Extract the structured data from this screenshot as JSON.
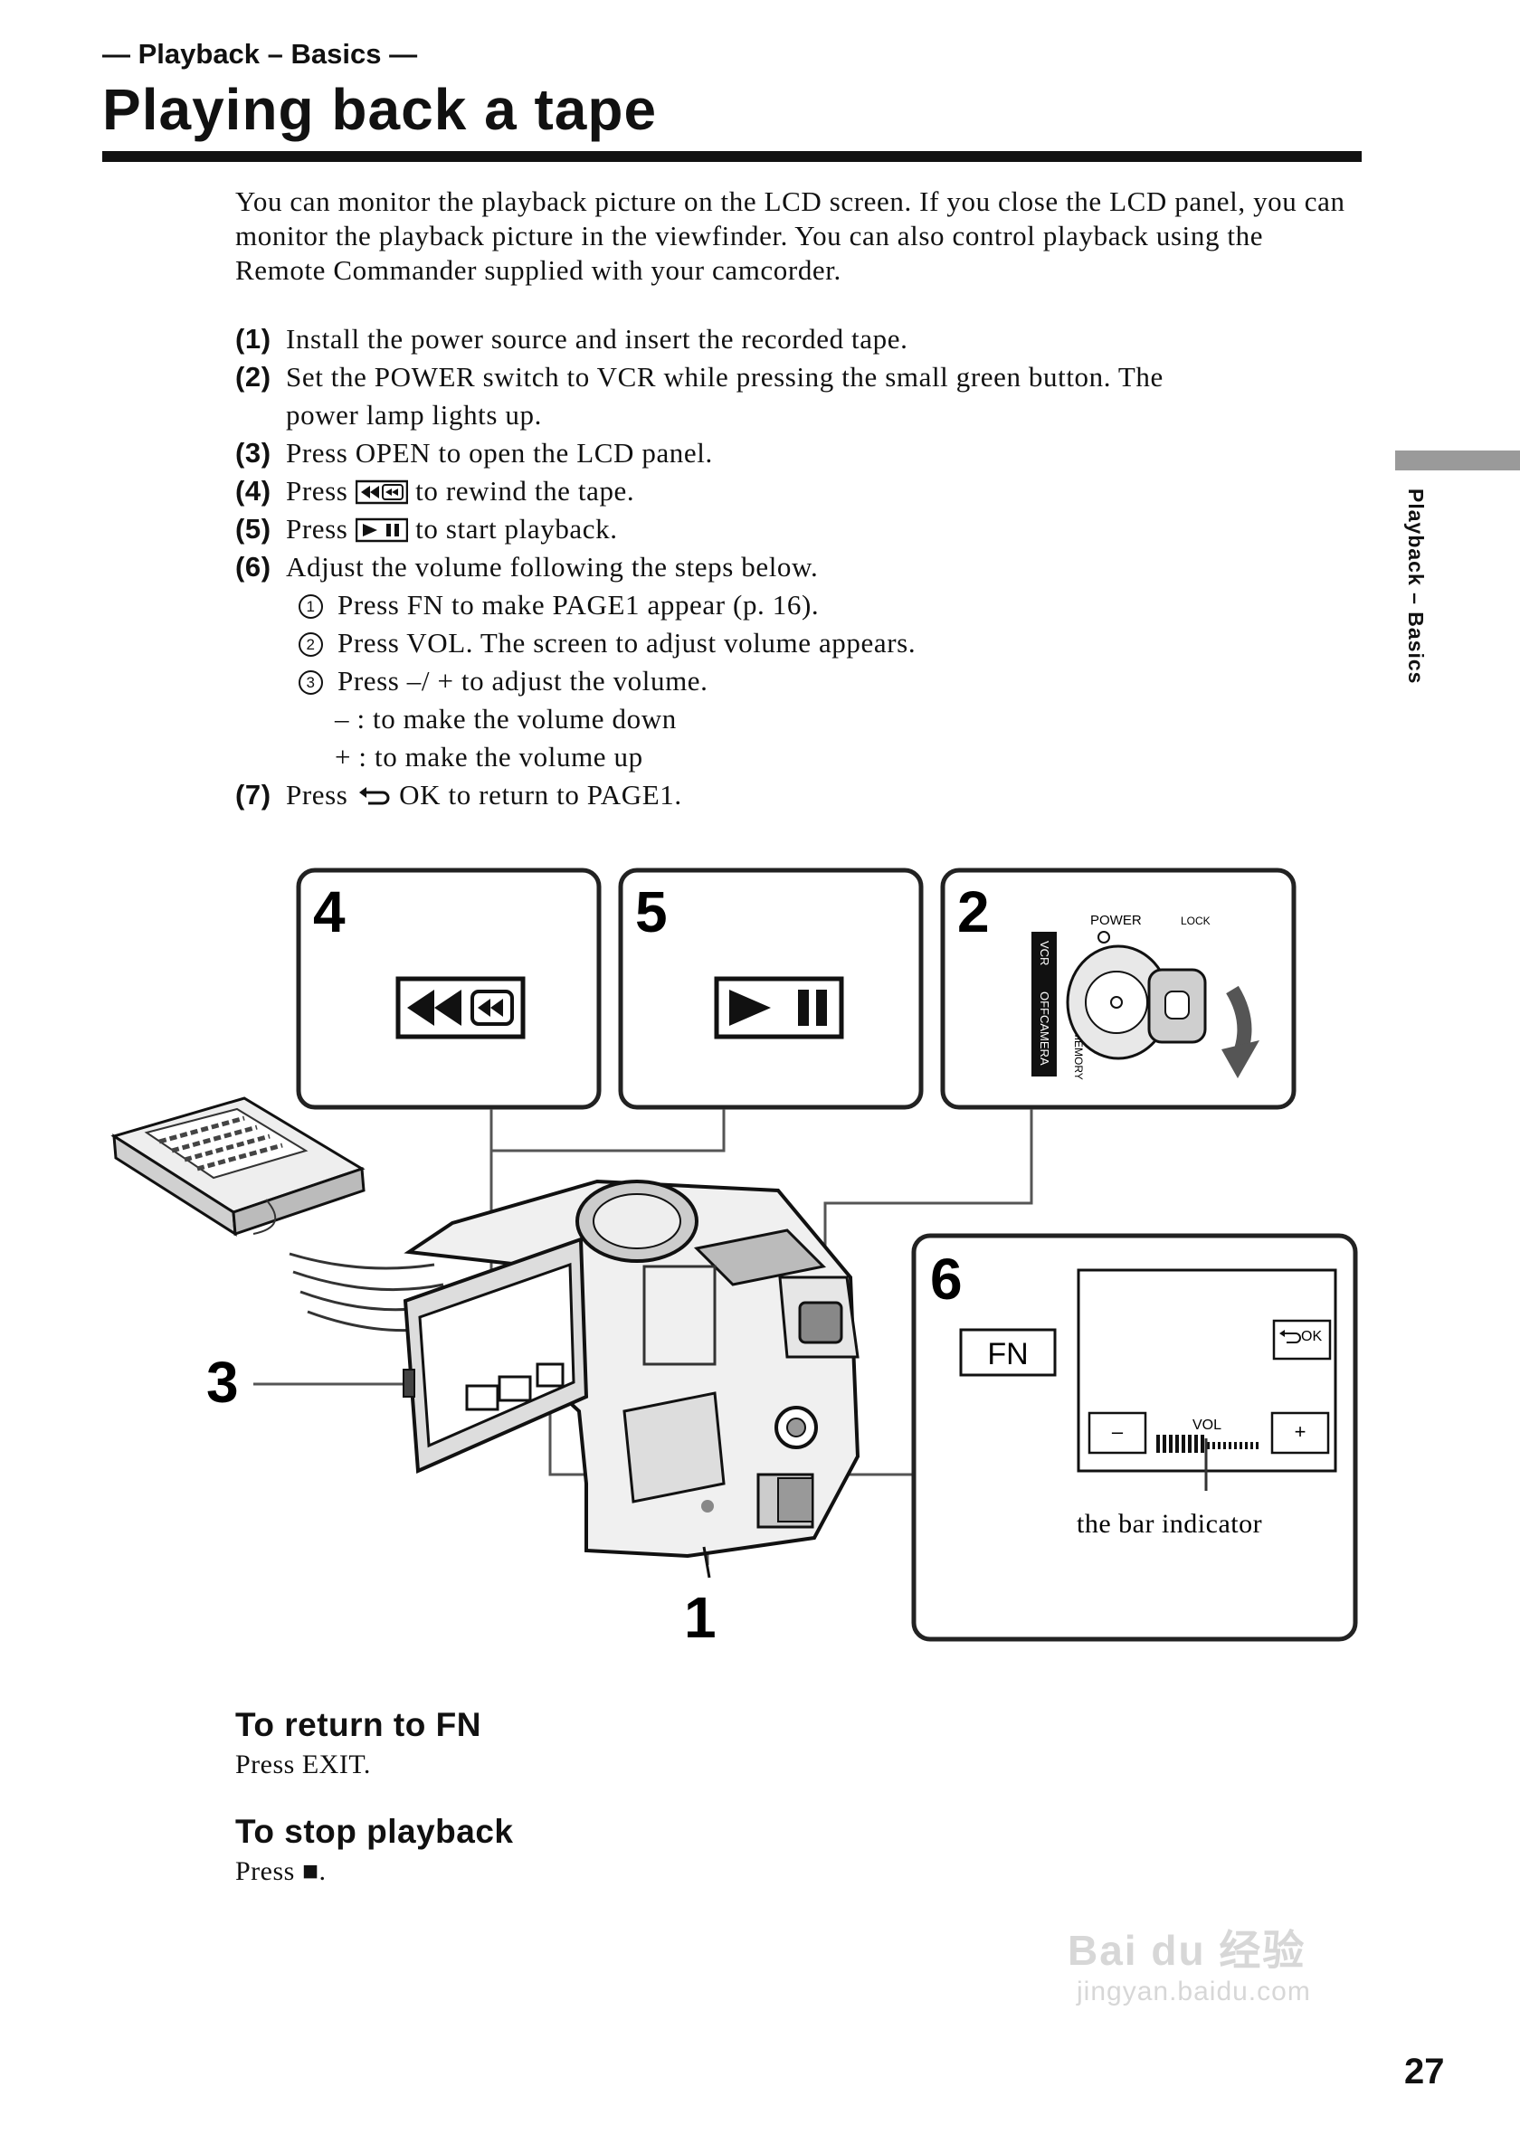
{
  "header": {
    "section": "— Playback – Basics —",
    "title": "Playing back a tape"
  },
  "intro": "You can monitor the playback picture on the LCD screen. If you close the LCD panel, you can monitor the playback picture in the viewfinder. You can also control playback using the Remote Commander supplied with your camcorder.",
  "steps": [
    {
      "num": "(1)",
      "text": "Install the power source and insert the recorded tape."
    },
    {
      "num": "(2)",
      "text": "Set the POWER switch to VCR while pressing the small green button. The",
      "cont": "power lamp lights up."
    },
    {
      "num": "(3)",
      "text": "Press OPEN to open the LCD panel."
    },
    {
      "num": "(4)",
      "pre": "Press",
      "post": "to rewind the tape."
    },
    {
      "num": "(5)",
      "pre": "Press",
      "post": "to start playback."
    },
    {
      "num": "(6)",
      "text": "Adjust the volume following the steps below."
    },
    {
      "num": "(7)",
      "pre": "Press",
      "post": "OK to return to PAGE1."
    }
  ],
  "substeps": [
    {
      "mark": "1",
      "text": "Press FN to make PAGE1 appear (p. 16)."
    },
    {
      "mark": "2",
      "text": "Press VOL. The screen to adjust volume appears."
    },
    {
      "mark": "3",
      "text": "Press –/ + to adjust the volume."
    }
  ],
  "volume_notes": [
    "– : to make the volume down",
    "+ : to make the volume up"
  ],
  "side_tab": "Playback – Basics",
  "illustration": {
    "callouts": [
      "4",
      "5",
      "2",
      "6",
      "3",
      "1"
    ],
    "switch_labels": {
      "power": "POWER",
      "lock": "LOCK",
      "vcr": "VCR",
      "off": "OFF",
      "camera": "CAMERA",
      "memory": "MEMORY"
    },
    "fn_label": "FN",
    "screen": {
      "ok": "OK",
      "vol": "VOL",
      "minus": "–",
      "plus": "+"
    },
    "bar_caption": "the bar indicator"
  },
  "sections": [
    {
      "heading": "To return to FN",
      "body": "Press EXIT."
    },
    {
      "heading": "To stop playback",
      "body": "Press ■."
    }
  ],
  "page_number": "27",
  "watermark": {
    "brand": "Bai du 经验",
    "url": "jingyan.baidu.com"
  }
}
